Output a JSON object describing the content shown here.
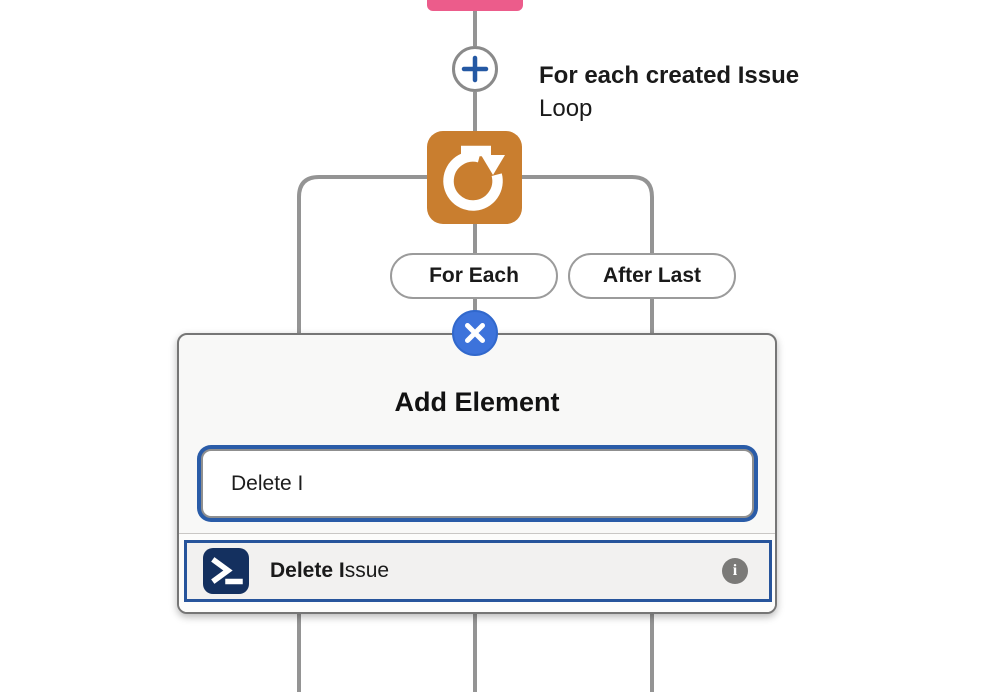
{
  "flow": {
    "loop_node": {
      "title": "For each created Issue",
      "type_label": "Loop",
      "icon": "loop-refresh-icon",
      "color": "#C97E2F"
    },
    "upstream_node": {
      "icon": "record-node-stub",
      "color": "#EC5C8B"
    },
    "add_button": {
      "icon": "plus-icon",
      "accent": "#2458A3"
    },
    "branches": {
      "left_label": "For Each",
      "right_label": "After Last"
    },
    "connector_color": "#949494"
  },
  "popup": {
    "title": "Add Element",
    "close_icon": "x-icon",
    "close_color": "#3D73DB",
    "search": {
      "value": "Delete I"
    },
    "results": [
      {
        "match": "Delete I",
        "rest": "ssue",
        "icon": "terminal-prompt-icon",
        "icon_color": "#14305F",
        "info_icon": "info-icon",
        "info_glyph": "i"
      }
    ],
    "highlight_color": "#27549B"
  }
}
